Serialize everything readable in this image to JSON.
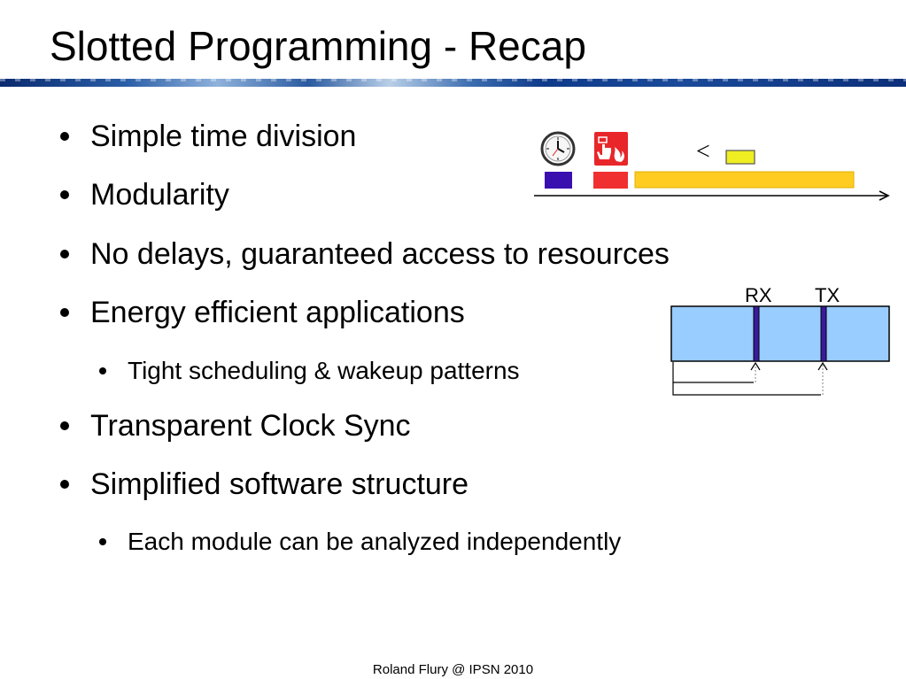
{
  "slide": {
    "title": "Slotted Programming - Recap",
    "bullets": [
      {
        "text": "Simple time division",
        "level": 1
      },
      {
        "text": "Modularity",
        "level": 1
      },
      {
        "text": "No delays, guaranteed access to resources",
        "level": 1
      },
      {
        "text": "Energy efficient applications",
        "level": 1
      },
      {
        "text": "Tight scheduling & wakeup patterns",
        "level": 2
      },
      {
        "text": "Transparent Clock Sync",
        "level": 1
      },
      {
        "text": "Simplified software structure",
        "level": 1
      },
      {
        "text": "Each module can be analyzed independently",
        "level": 2
      }
    ],
    "footer": "Roland Flury @ IPSN 2010"
  },
  "diagram_top": {
    "icons": [
      "clock-icon",
      "fire-alarm-icon"
    ],
    "comparison_symbol": "<",
    "colors": {
      "slot_1": "#3a0fb0",
      "slot_2": "#f03030",
      "slot_3": "#ffcc22",
      "small_box": "#eeee22",
      "alarm_red": "#e8262a"
    }
  },
  "diagram_radio": {
    "rx_label": "RX",
    "tx_label": "TX",
    "colors": {
      "bar_fill": "#99ccff",
      "marker": "#3a1a9c"
    }
  }
}
